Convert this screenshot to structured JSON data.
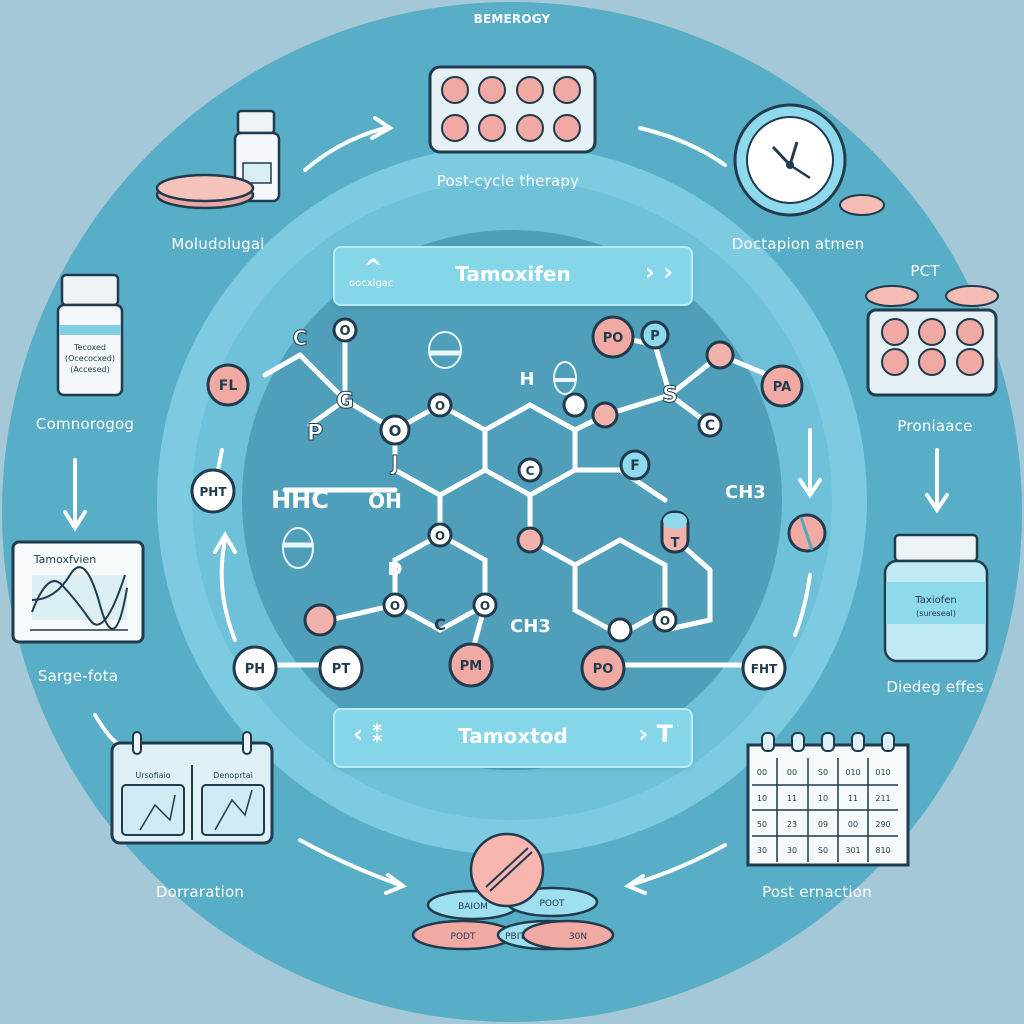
{
  "diagram": {
    "top_title": "BEMEROGY",
    "labels": {
      "post_cycle_therapy": "Post-cycle therapy",
      "moludolugal": "Moludolugal",
      "doctapion_atmen": "Doctapion atmen",
      "pct": "PCT",
      "comnorogog": "Comnorogog",
      "proniaace": "Proniaace",
      "sargefota": "Sarge-fota",
      "diedeg_effes": "Diedeg effes",
      "dorraration": "Dorraration",
      "post_ernaction": "Post ernaction"
    },
    "top_banner": {
      "title": "Tamoxifen",
      "sub": "oocxigac",
      "left_glyph": "^",
      "right_glyph": "› ›"
    },
    "bottom_banner": {
      "title": "Tamoxtod",
      "left_glyph": "‹ ⁑",
      "right_glyph": "› T"
    },
    "bottle_left": {
      "lines": [
        "Tecoxed",
        "(Ocecocxed)",
        "(Accesed)"
      ]
    },
    "chart_card": {
      "title": "Tamoxfvien"
    },
    "jar_right": {
      "lines": [
        "Taxiofen",
        "(sureseal)"
      ]
    },
    "calendar_left": {
      "panels": [
        "Ursofiaio",
        "Denoprtai"
      ]
    },
    "calendar_right": {
      "cells": [
        "00",
        "00",
        "S0",
        "010",
        "010",
        "10",
        "11",
        "10",
        "11",
        "211",
        "50",
        "23",
        "09",
        "00",
        "290",
        "30",
        "30",
        "S0",
        "301",
        "810"
      ]
    },
    "pill_stack": {
      "labels": [
        "PODT",
        "POOT",
        "BAIOM",
        "PBIT",
        "30N"
      ]
    },
    "molecule": {
      "atoms": [
        "FL",
        "C",
        "O",
        "G",
        "P",
        "O",
        "J",
        "HHC",
        "OH",
        "PO",
        "P",
        "S",
        "C",
        "PA",
        "H",
        "O",
        "C",
        "F",
        "CH3",
        "T",
        "O",
        "O",
        "O",
        "C",
        "CH3",
        "D",
        "PM",
        "O"
      ],
      "nodes": [
        "PHT",
        "PH",
        "PT",
        "PO",
        "FHT"
      ]
    }
  }
}
